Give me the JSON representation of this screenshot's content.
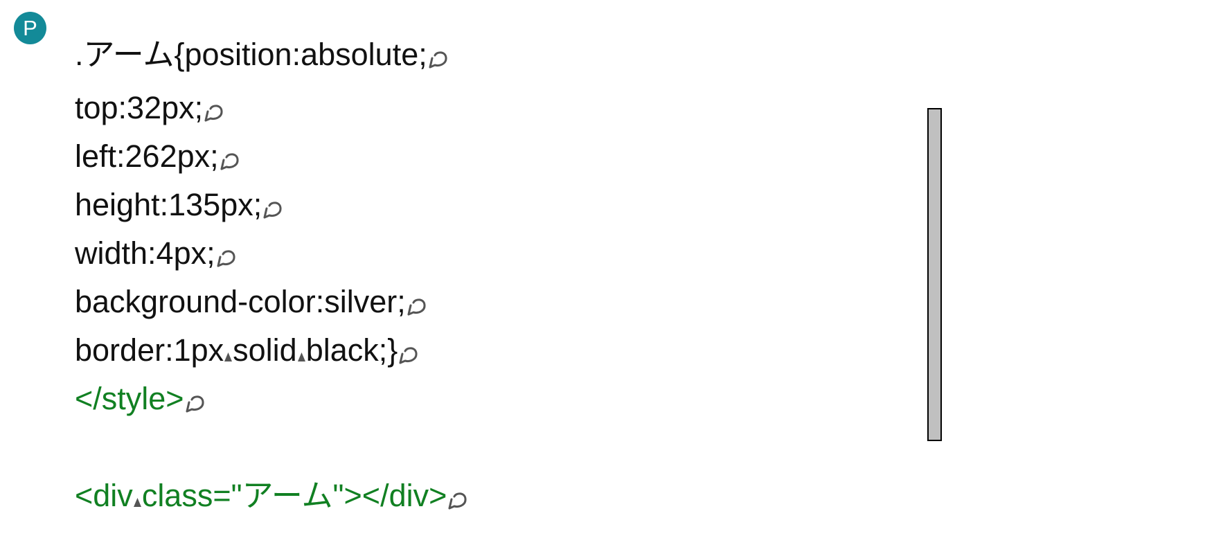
{
  "badge": {
    "label": "P",
    "color": "#138a98"
  },
  "code_lines": [
    {
      "segments": [
        ".アーム{position:absolute;"
      ],
      "tag": false
    },
    {
      "segments": [
        "top:32px;"
      ],
      "tag": false
    },
    {
      "segments": [
        "left:262px;"
      ],
      "tag": false
    },
    {
      "segments": [
        "height:135px;"
      ],
      "tag": false
    },
    {
      "segments": [
        "width:4px;"
      ],
      "tag": false
    },
    {
      "segments": [
        "background-color:silver;"
      ],
      "tag": false
    },
    {
      "segments": [
        "border:1px",
        "solid",
        "black;}"
      ],
      "tag": false
    },
    {
      "segments": [
        "</style>"
      ],
      "tag": true
    },
    {
      "segments": [
        "<div",
        "class=\"アーム\"></div>"
      ],
      "tag": true
    }
  ],
  "colors": {
    "text": "#111111",
    "tag_text": "#118022",
    "marker": "#555555",
    "arm_fill": "#c0c0c0",
    "arm_border": "#000000"
  },
  "icons": {
    "line_end": "return-mark-icon",
    "whitespace": "space-mark-icon"
  },
  "preview": {
    "element": "arm",
    "background": "silver",
    "border": "black"
  }
}
